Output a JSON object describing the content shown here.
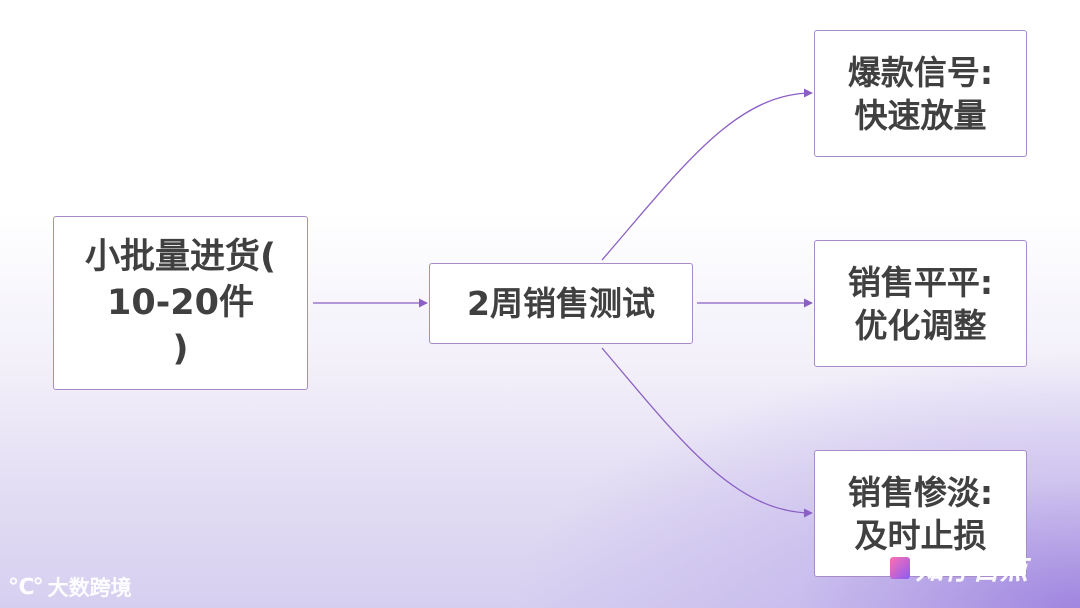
{
  "diagram": {
    "nodes": {
      "start": {
        "label": "小批量进货(\n10-20件\n)"
      },
      "test": {
        "label": "2周销售测试"
      },
      "hot": {
        "label": "爆款信号:\n快速放量"
      },
      "mid": {
        "label": "销售平平:\n优化调整"
      },
      "bad": {
        "label": "销售惨淡:\n及时止损"
      }
    },
    "colors": {
      "edge": "#8b5fc4",
      "node_border": "#a78cc9",
      "text": "#404040"
    }
  },
  "watermarks": {
    "left": {
      "icon": "logo-icon",
      "label": "大数跨境"
    },
    "right": {
      "icon": "logo-icon",
      "label": "知存百点"
    }
  }
}
